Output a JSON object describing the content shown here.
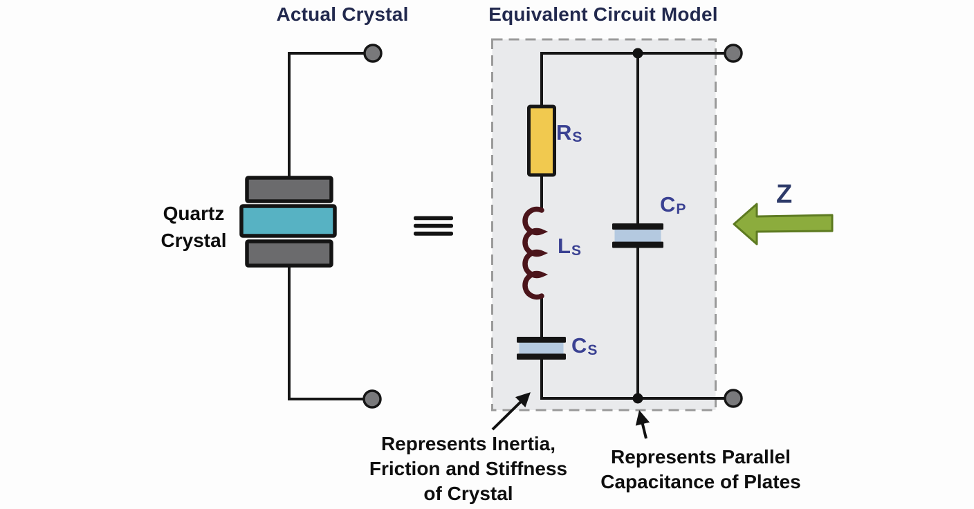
{
  "titles": {
    "left": "Actual Crystal",
    "right": "Equivalent Circuit Model"
  },
  "actual_crystal": {
    "label": "Quartz\nCrystal",
    "plate_color": "#6b6b6d",
    "crystal_color": "#57b2c3"
  },
  "equivalence_symbol": "≡",
  "circuit": {
    "series_branch": {
      "resistor": {
        "main": "R",
        "sub": "S",
        "fill": "#f1c94f"
      },
      "inductor": {
        "main": "L",
        "sub": "S",
        "coil_color": "#4b151b"
      },
      "capacitor": {
        "main": "C",
        "sub": "S",
        "fill": "#b4c9e0"
      }
    },
    "parallel_branch": {
      "capacitor": {
        "main": "C",
        "sub": "P",
        "fill": "#b4c9e0"
      }
    },
    "impedance_label": "Z",
    "impedance_arrow_color": "#8cac3d",
    "label_color": "#3a4192",
    "box_fill": "#e9eaec"
  },
  "annotations": {
    "series_callout": "Represents Inertia,\nFriction and Stiffness\nof Crystal",
    "parallel_callout": "Represents Parallel\nCapacitance of Plates"
  }
}
